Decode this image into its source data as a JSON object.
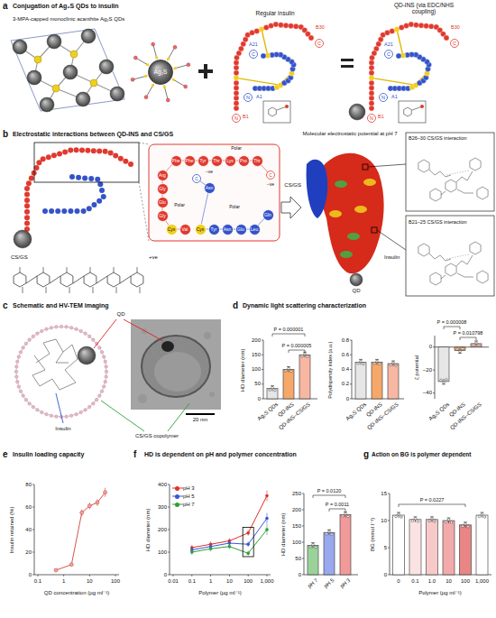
{
  "diagram": {
    "nodes": [
      {
        "text": [
          "Ag₂S"
        ]
      },
      {
        "text": [
          "C"
        ]
      },
      {
        "text": [
          "C"
        ]
      },
      {
        "text": [
          "N"
        ]
      },
      {
        "text": [
          "N"
        ]
      },
      {
        "text": [
          "C"
        ]
      },
      {
        "text": [
          "C"
        ]
      },
      {
        "text": [
          "N"
        ]
      },
      {
        "text": [
          "N"
        ]
      },
      {
        "text": [
          "Phe"
        ]
      },
      {
        "text": [
          "Phe"
        ]
      },
      {
        "text": [
          "Tyr"
        ]
      },
      {
        "text": [
          "Thr"
        ]
      },
      {
        "text": [
          "Lys"
        ]
      },
      {
        "text": [
          "Pro"
        ]
      },
      {
        "text": [
          "Thr"
        ]
      },
      {
        "text": [
          "C"
        ]
      },
      {
        "text": [
          "Arg"
        ]
      },
      {
        "text": [
          "Gly"
        ]
      },
      {
        "text": [
          "Glu"
        ]
      },
      {
        "text": [
          "Gly"
        ]
      },
      {
        "text": [
          "Cys"
        ]
      },
      {
        "text": [
          "Val"
        ]
      },
      {
        "text": [
          "C"
        ]
      },
      {
        "text": [
          "Asn"
        ]
      },
      {
        "text": [
          "Cys"
        ]
      },
      {
        "text": [
          "Tyr"
        ]
      },
      {
        "text": [
          "Asn"
        ]
      },
      {
        "text": [
          "Glu"
        ]
      },
      {
        "text": [
          "Leu"
        ]
      },
      {
        "text": [
          "Gln"
        ]
      }
    ],
    "labels": [
      "a",
      "Conjugation of Ag₂S QDs to insulin",
      "3-MPA-capped monoclinic acanthite Ag₂S QDs",
      "Regular insulin",
      "B30",
      "A21",
      "A1",
      "B1",
      "QD-INS (via EDC/NHS coupling)",
      "B30",
      "A21",
      "A1",
      "B1",
      "b",
      "Electrostatic interactions between QD-INS and CS/GS",
      "Polar",
      "Polar",
      "Polar",
      "−ve",
      "−ve",
      "CS/GS",
      "+ve",
      "Molecular electrostatic potential at pH 7",
      "CS/GS",
      "Insulin",
      "QD",
      "B26–30 CS/GS interaction",
      "B21–25 CS/GS interaction",
      "c",
      "Schematic and HV-TEM imaging",
      "QD",
      "Insulin",
      "CS/GS copolymer",
      "20 nm",
      "d",
      "Dynamic light scattering characterization",
      "HD diameter (nm)",
      "0",
      "50",
      "100",
      "150",
      "200",
      "P = 0.000001",
      "P = 0.000005",
      "Ag₂S QDs",
      "QD-INS",
      "QD-INS–CS/GS",
      "Polydispersity index (a.u.)",
      "0",
      "0.2",
      "0.4",
      "0.6",
      "0.8",
      "Ag₂S QDs",
      "QD-INS",
      "QD-INS–CS/GS",
      "ζ potential",
      "0",
      "−20",
      "−40",
      "P = 0.000008",
      "P = 0.010798",
      "Ag₂S QDs",
      "QD-INS",
      "QD-INS–CS/GS",
      "e",
      "Insulin loading capacity",
      "Insulin retained (%)",
      "0",
      "20",
      "40",
      "60",
      "80",
      "0.1",
      "1",
      "10",
      "100",
      "QD concentration (µg ml⁻¹)",
      "f",
      "HD is dependent on pH and polymer concentration",
      "HD diameter (nm)",
      "0",
      "100",
      "200",
      "300",
      "400",
      "0.01",
      "0.1",
      "1",
      "10",
      "100",
      "1,000",
      "Polymer (µg ml⁻¹)",
      "HD diameter (nm)",
      "0",
      "50",
      "100",
      "150",
      "200",
      "250",
      "P = 0.0120",
      "P = 0.0011",
      "pH 7",
      "pH 5",
      "pH 3",
      "g",
      "Action on BG is polymer dependent",
      "BG (mmol l⁻¹)",
      "0",
      "5",
      "10",
      "15",
      "P = 0.0227",
      "0",
      "0.1",
      "1.0",
      "10",
      "100",
      "1,000",
      "Polymer (µg ml⁻¹)"
    ],
    "legend": [
      {
        "text": "pH 3",
        "color": "#e0302a"
      },
      {
        "text": "pH 5",
        "color": "#3b55d6"
      },
      {
        "text": "pH 7",
        "color": "#2e9e3a"
      }
    ]
  }
}
